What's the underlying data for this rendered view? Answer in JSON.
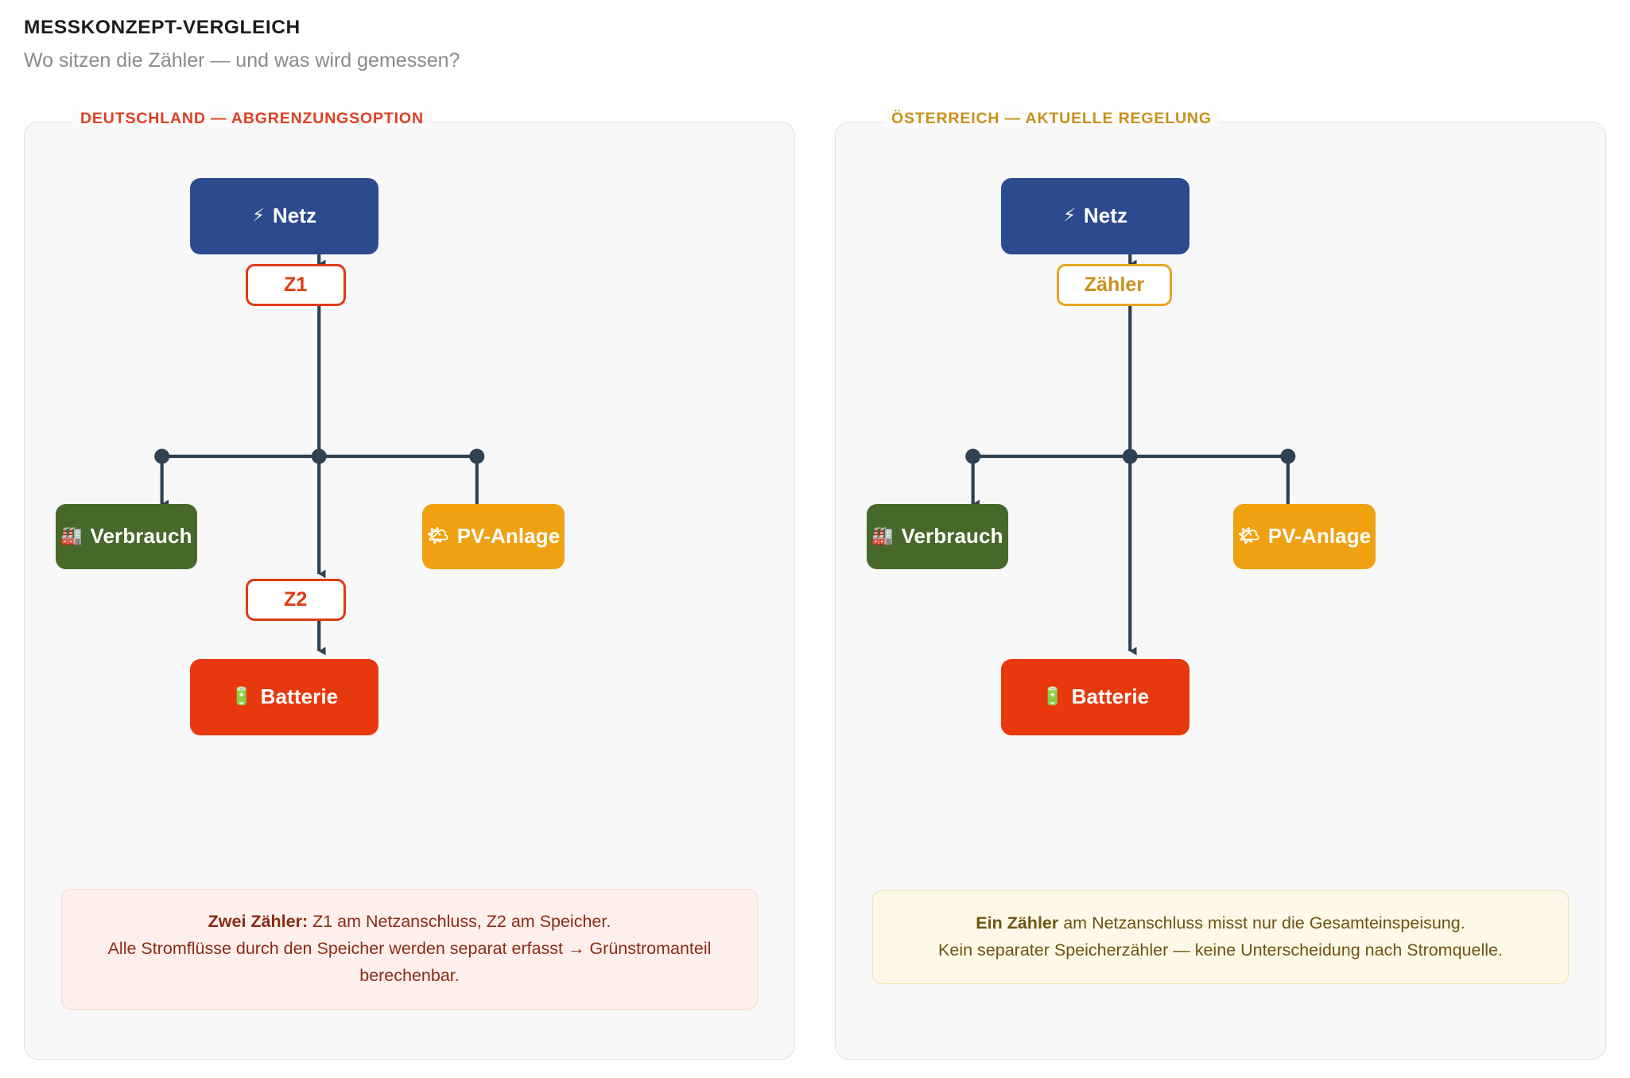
{
  "header": {
    "title": "MESSKONZEPT-VERGLEICH",
    "subtitle": "Wo sitzen die Zähler — und was wird gemessen?"
  },
  "colors": {
    "grid": "#2c4a8e",
    "consumption": "#46682a",
    "pv": "#efa111",
    "battery": "#e8380d",
    "meter_de": "#e03a12",
    "meter_at": "#e5a621",
    "line": "#2f4254",
    "panel_bg": "#f8f8f8",
    "legend_de": "#de4020",
    "legend_at": "#c8901a",
    "footnote_de_bg": "#fdf0ec",
    "footnote_de_text": "#8c2a14",
    "footnote_at_bg": "#fdf8e7",
    "footnote_at_text": "#6e5413"
  },
  "panels": [
    {
      "id": "deutschland",
      "legend": "DEUTSCHLAND — ABGRENZUNGSOPTION",
      "nodes": {
        "grid": {
          "label": "Netz",
          "icon": "lightning-bolt-emoji",
          "glyph": "⚡"
        },
        "meter1": {
          "label": "Z1"
        },
        "meter2": {
          "label": "Z2"
        },
        "consumption": {
          "label": "Verbrauch",
          "icon": "factory-emoji",
          "glyph": "🏭"
        },
        "pv": {
          "label": "PV-Anlage",
          "icon": "sun-emoji",
          "glyph": "🌤"
        },
        "battery": {
          "label": "Batterie",
          "icon": "battery-emoji",
          "glyph": "🔋"
        }
      },
      "footnote": {
        "line1_bold": "Zwei Zähler:",
        "line1_rest": " Z1 am Netzanschluss, Z2 am Speicher.",
        "line2": "Alle Stromflüsse durch den Speicher werden separat erfasst → Grünstromanteil berechenbar."
      }
    },
    {
      "id": "oesterreich",
      "legend": "ÖSTERREICH — AKTUELLE REGELUNG",
      "nodes": {
        "grid": {
          "label": "Netz",
          "icon": "lightning-bolt-emoji",
          "glyph": "⚡"
        },
        "meter1": {
          "label": "Zähler"
        },
        "consumption": {
          "label": "Verbrauch",
          "icon": "factory-emoji",
          "glyph": "🏭"
        },
        "pv": {
          "label": "PV-Anlage",
          "icon": "sun-emoji",
          "glyph": "🌤"
        },
        "battery": {
          "label": "Batterie",
          "icon": "battery-emoji",
          "glyph": "🔋"
        }
      },
      "footnote": {
        "line1_bold": "Ein Zähler",
        "line1_rest": " am Netzanschluss misst nur die Gesamteinspeisung.",
        "line2": "Kein separater Speicherzähler — keine Unterscheidung nach Stromquelle."
      }
    }
  ]
}
